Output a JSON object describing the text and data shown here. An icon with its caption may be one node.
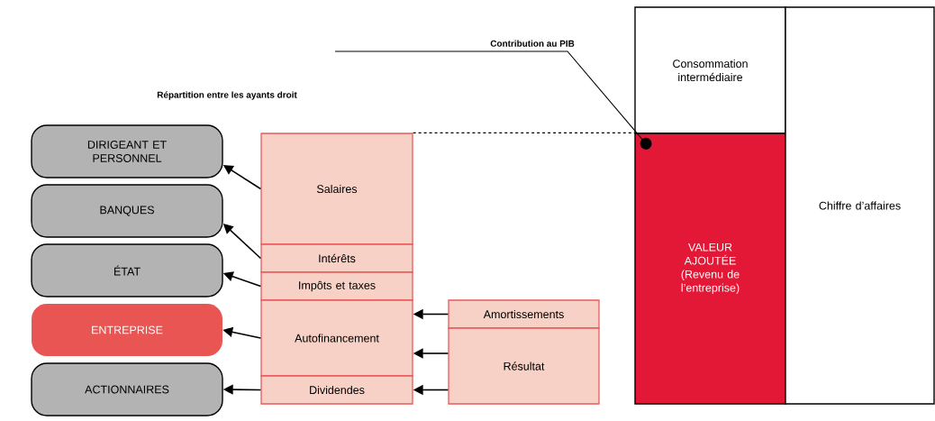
{
  "diagram": {
    "nodes": [
      {
        "text": [
          "Contribution au PIB"
        ]
      },
      {
        "text": [
          "DIRIGEANT ET PERSONNEL"
        ]
      },
      {
        "text": [
          "BANQUES"
        ]
      },
      {
        "text": [
          "ÉTAT"
        ]
      },
      {
        "text": [
          "ENTREPRISE"
        ]
      },
      {
        "text": [
          "ACTIONNAIRES"
        ]
      },
      {
        "text": [
          "Salaires"
        ]
      },
      {
        "text": [
          "Intérêts"
        ]
      },
      {
        "text": [
          "Impôts et taxes"
        ]
      },
      {
        "text": [
          "Autofinancement"
        ]
      },
      {
        "text": [
          "Dividendes"
        ]
      },
      {
        "text": [
          "Amortissements"
        ]
      },
      {
        "text": [
          "Résultat"
        ]
      },
      {
        "text": [
          "Consommation intermédiaire"
        ]
      },
      {
        "text": [
          "VALEUR AJOUTÉE (Revenu de l’entreprise)"
        ]
      },
      {
        "text": [
          "Chiffre d’affaires"
        ]
      }
    ],
    "edges": [
      {
        "from": 6,
        "to": 1,
        "arrow": "to"
      },
      {
        "from": 7,
        "to": 2,
        "arrow": "to"
      },
      {
        "from": 8,
        "to": 3,
        "arrow": "to"
      },
      {
        "from": 9,
        "to": 4,
        "arrow": "to"
      },
      {
        "from": 10,
        "to": 5,
        "arrow": "to"
      },
      {
        "from": 11,
        "to": 9,
        "arrow": "to"
      },
      {
        "from": 12,
        "to": 9,
        "arrow": "to"
      },
      {
        "from": 12,
        "to": 10,
        "arrow": "to"
      },
      {
        "from": 0,
        "to": 14,
        "arrow": "to"
      },
      {
        "from": 6,
        "to": 14,
        "arrow": "none",
        "style": "dashed"
      }
    ],
    "labels": [
      "Répartition entre les ayants droit"
    ]
  }
}
